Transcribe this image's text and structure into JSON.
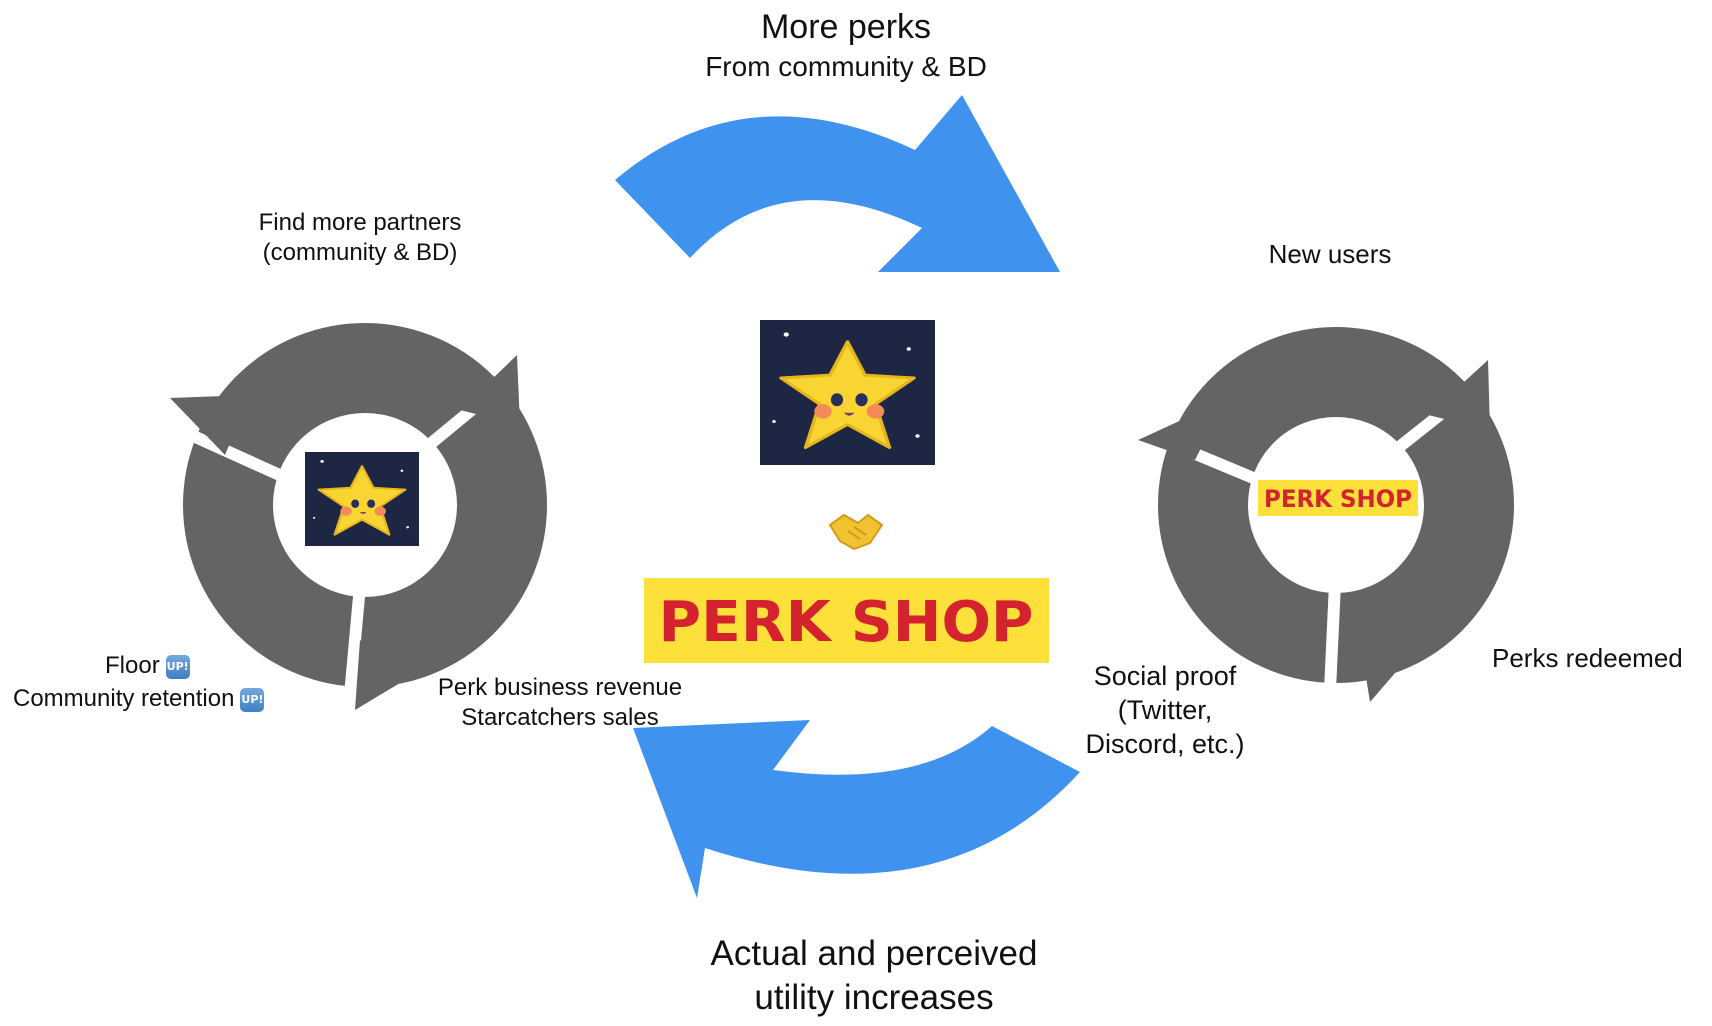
{
  "colors": {
    "blue_arrow": "#3f93ee",
    "gray_cycle": "#646464",
    "perk_bg": "#fde13a",
    "perk_text": "#d4232e",
    "star_bg": "#1d2744",
    "star": "#f9d534"
  },
  "top_arrow": {
    "title": "More perks",
    "subtitle": "From community & BD"
  },
  "bottom_arrow": {
    "line1": "Actual and perceived",
    "line2": "utility increases"
  },
  "left_cycle": {
    "top_line1": "Find more partners",
    "top_line2": "(community & BD)",
    "floor": "Floor",
    "retention": "Community retention",
    "revenue": "Perk business revenue",
    "sales": "Starcatchers sales",
    "up_badge": "UP!"
  },
  "right_cycle": {
    "new_users": "New users",
    "perks_redeemed": "Perks redeemed",
    "social_proof_line1": "Social proof",
    "social_proof_line2": "(Twitter,",
    "social_proof_line3": "Discord, etc.)"
  },
  "center": {
    "handshake_icon": "handshake-icon",
    "logo_text": "PERK SHOP"
  },
  "logos": {
    "small_perk_text": "PERK SHOP",
    "star_icon": "star-mascot-icon"
  }
}
